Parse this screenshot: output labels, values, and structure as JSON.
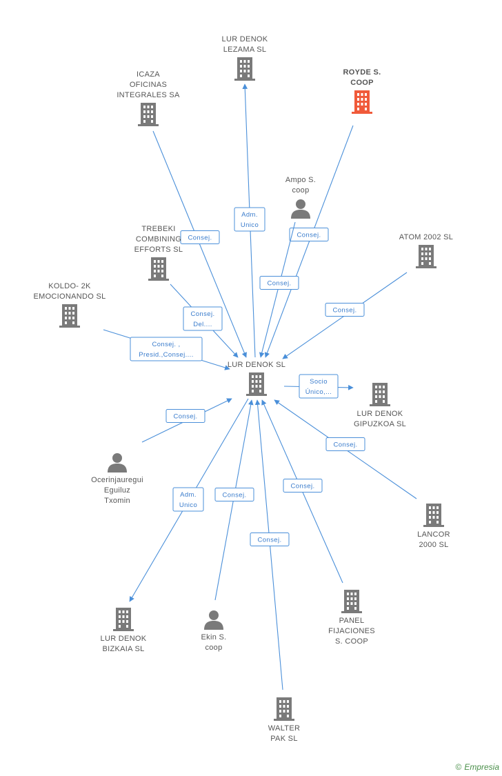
{
  "colors": {
    "building": "#7a7a7a",
    "highlight": "#f05a3a",
    "person": "#7a7a7a",
    "edge": "#4a8fd9"
  },
  "nodes": [
    {
      "id": "center",
      "type": "building",
      "lines": [
        "LUR DENOK SL"
      ]
    },
    {
      "id": "lezama",
      "type": "building",
      "lines": [
        "LUR DENOK",
        "LEZAMA SL"
      ]
    },
    {
      "id": "royde",
      "type": "building-highlight",
      "lines": [
        "ROYDE S.",
        "COOP"
      ]
    },
    {
      "id": "icaza",
      "type": "building",
      "lines": [
        "ICAZA",
        "OFICINAS",
        "INTEGRALES SA"
      ]
    },
    {
      "id": "ampo",
      "type": "person",
      "lines": [
        "Ampo S.",
        "coop"
      ]
    },
    {
      "id": "trebeki",
      "type": "building",
      "lines": [
        "TREBEKI",
        "COMBINING",
        "EFFORTS  SL"
      ]
    },
    {
      "id": "atom",
      "type": "building",
      "lines": [
        "ATOM 2002  SL"
      ]
    },
    {
      "id": "koldo",
      "type": "building",
      "lines": [
        "KOLDO- 2K",
        "EMOCIONANDO SL"
      ]
    },
    {
      "id": "gipuzkoa",
      "type": "building",
      "lines": [
        "LUR DENOK",
        "GIPUZKOA SL"
      ]
    },
    {
      "id": "ocerin",
      "type": "person",
      "lines": [
        "Ocerinjauregui",
        "Eguiluz",
        "Txomin"
      ]
    },
    {
      "id": "lancor",
      "type": "building",
      "lines": [
        "LANCOR",
        "2000 SL"
      ]
    },
    {
      "id": "bizkaia",
      "type": "building",
      "lines": [
        "LUR DENOK",
        "BIZKAIA SL"
      ]
    },
    {
      "id": "ekin",
      "type": "person",
      "lines": [
        "Ekin S.",
        "coop"
      ]
    },
    {
      "id": "panel",
      "type": "building",
      "lines": [
        "PANEL",
        "FIJACIONES",
        "S.  COOP"
      ]
    },
    {
      "id": "walter",
      "type": "building",
      "lines": [
        "WALTER",
        "PAK SL"
      ]
    }
  ],
  "edges": [
    {
      "id": "e-lezama",
      "lines": [
        "Adm.",
        "Unico"
      ]
    },
    {
      "id": "e-icaza",
      "lines": [
        "Consej."
      ]
    },
    {
      "id": "e-royde",
      "lines": [
        "Consej."
      ]
    },
    {
      "id": "e-ampo",
      "lines": [
        "Consej."
      ]
    },
    {
      "id": "e-trebeki",
      "lines": [
        "Consej.",
        "Del...."
      ]
    },
    {
      "id": "e-atom",
      "lines": [
        "Consej."
      ]
    },
    {
      "id": "e-koldo",
      "lines": [
        "Consej. ,",
        "Presid.,Consej...."
      ]
    },
    {
      "id": "e-gipuzkoa",
      "lines": [
        "Socio",
        "Único,..."
      ]
    },
    {
      "id": "e-ocerin",
      "lines": [
        "Consej."
      ]
    },
    {
      "id": "e-lancor",
      "lines": [
        "Consej."
      ]
    },
    {
      "id": "e-bizkaia",
      "lines": [
        "Adm.",
        "Unico"
      ]
    },
    {
      "id": "e-ekin",
      "lines": [
        "Consej."
      ]
    },
    {
      "id": "e-walter",
      "lines": [
        "Consej."
      ]
    },
    {
      "id": "e-panel",
      "lines": [
        "Consej."
      ]
    }
  ],
  "copyright": {
    "symbol": "©",
    "brand": "Empresia"
  }
}
